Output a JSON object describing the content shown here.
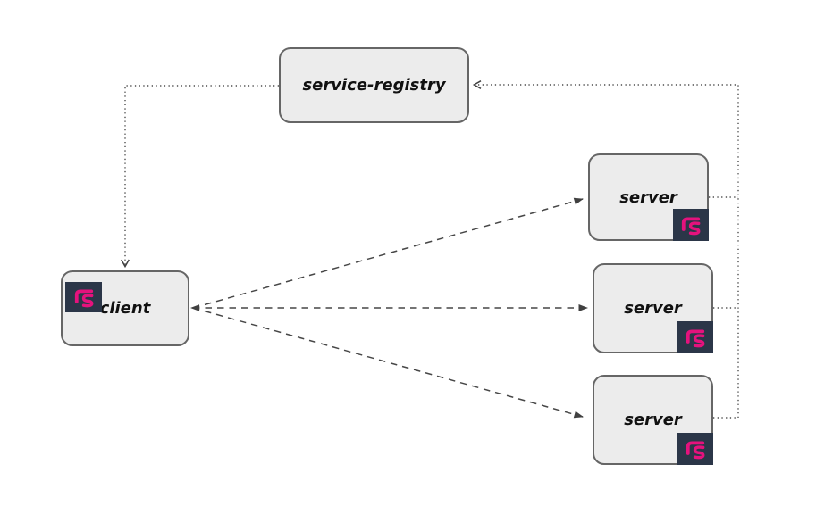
{
  "diagram": {
    "type": "service-discovery-architecture",
    "nodes": {
      "registry": {
        "label": "service-registry"
      },
      "client": {
        "label": "client"
      },
      "server1": {
        "label": "server"
      },
      "server2": {
        "label": "server"
      },
      "server3": {
        "label": "server"
      }
    },
    "connections": [
      {
        "from": "service-registry",
        "to": "client",
        "style": "dotted",
        "arrow": "open-chevron"
      },
      {
        "from": "server1",
        "to": "service-registry",
        "style": "dotted",
        "arrow": "open-chevron"
      },
      {
        "from": "server2",
        "to": "service-registry",
        "style": "dotted",
        "arrow": "open-chevron"
      },
      {
        "from": "server3",
        "to": "service-registry",
        "style": "dotted",
        "arrow": "open-chevron"
      },
      {
        "from": "client",
        "to": "server1",
        "style": "dashed",
        "arrow": "filled-triangle"
      },
      {
        "from": "client",
        "to": "server2",
        "style": "dashed",
        "arrow": "filled-triangle-both-ends"
      },
      {
        "from": "client",
        "to": "server3",
        "style": "dashed",
        "arrow": "filled-triangle"
      }
    ],
    "icons": {
      "badge": "framework-logo-icon"
    },
    "colors": {
      "background": "#ffffff",
      "node_fill": "#ececec",
      "node_border": "#666666",
      "label_text": "#111111",
      "badge_background": "#2b3648",
      "logo_magenta": "#e5127d",
      "connector": "#4d4d4d"
    }
  }
}
